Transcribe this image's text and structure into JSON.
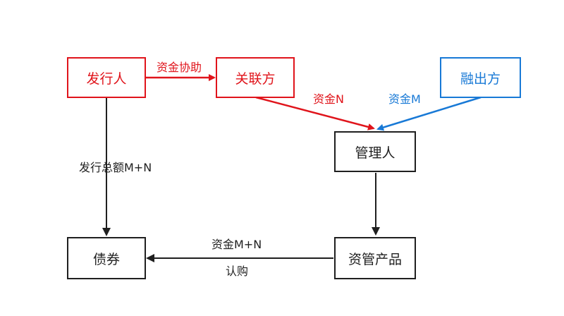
{
  "nodes": {
    "issuer": "发行人",
    "related_party": "关联方",
    "funder": "融出方",
    "manager": "管理人",
    "bond": "债券",
    "am_product": "资管产品"
  },
  "edges": {
    "issuer_to_related": "资金协助",
    "related_to_manager": "资金N",
    "funder_to_manager": "资金M",
    "issuer_to_bond": "发行总额M+N",
    "product_to_bond_top": "资金M+N",
    "product_to_bond_bottom": "认购"
  },
  "colors": {
    "red": "#e0141b",
    "blue": "#1879d6",
    "black": "#1f1f1f"
  }
}
